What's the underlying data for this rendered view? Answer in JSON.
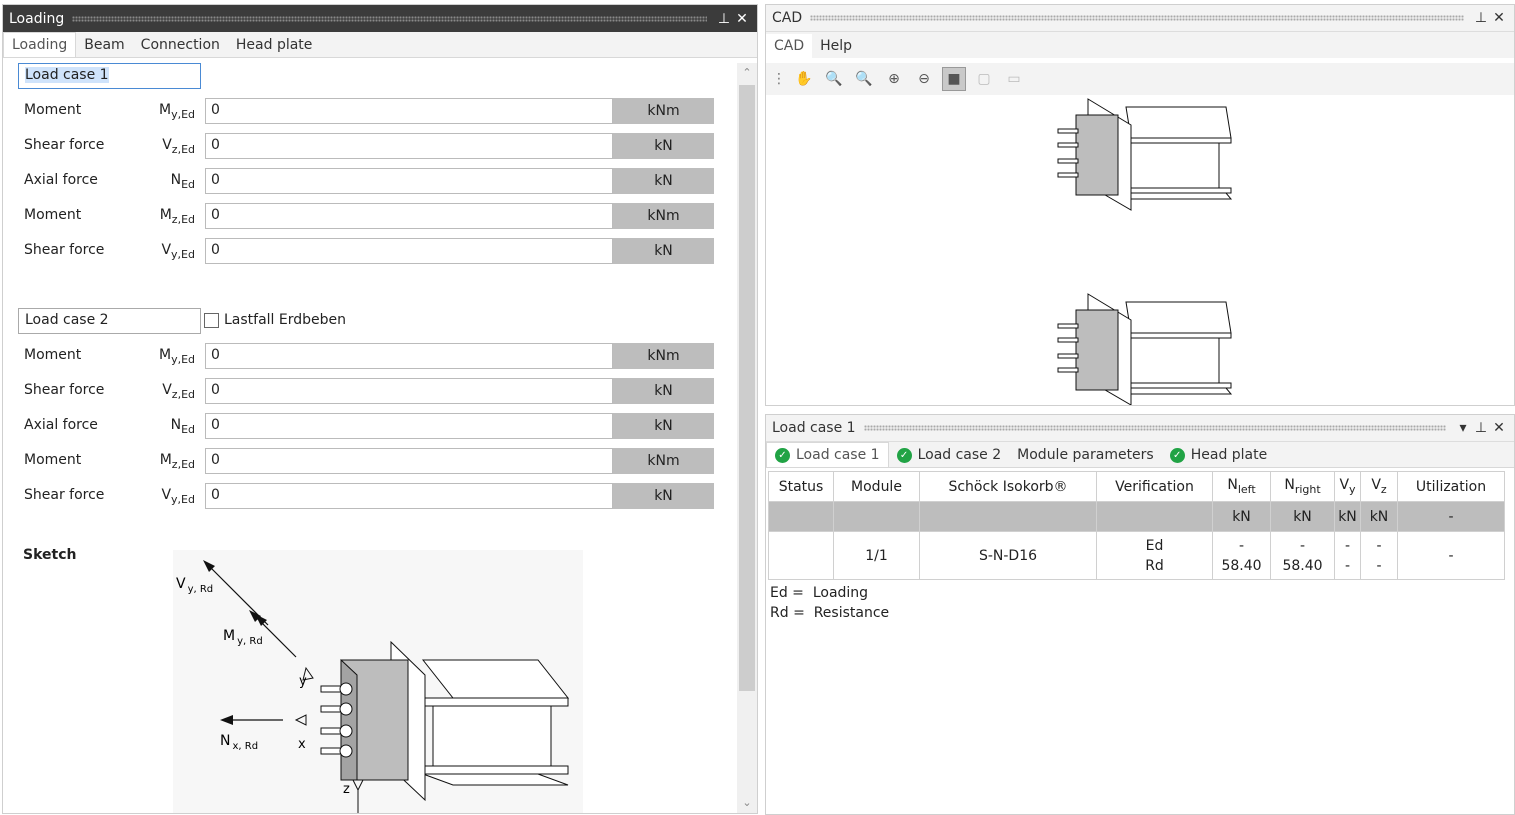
{
  "loading": {
    "title": "Loading",
    "tabs": [
      "Loading",
      "Beam",
      "Connection",
      "Head plate"
    ],
    "active_tab": 0,
    "load_cases": [
      {
        "name": "Load case 1",
        "rows": [
          {
            "label": "Moment",
            "sym": "M",
            "sub": "y,Ed",
            "value": "0",
            "unit": "kNm"
          },
          {
            "label": "Shear force",
            "sym": "V",
            "sub": "z,Ed",
            "value": "0",
            "unit": "kN"
          },
          {
            "label": "Axial force",
            "sym": "N",
            "sub": "Ed",
            "value": "0",
            "unit": "kN"
          },
          {
            "label": "Moment",
            "sym": "M",
            "sub": "z,Ed",
            "value": "0",
            "unit": "kNm"
          },
          {
            "label": "Shear force",
            "sym": "V",
            "sub": "y,Ed",
            "value": "0",
            "unit": "kN"
          }
        ]
      },
      {
        "name": "Load case 2",
        "checkbox_label": "Lastfall Erdbeben",
        "checkbox_checked": false,
        "rows": [
          {
            "label": "Moment",
            "sym": "M",
            "sub": "y,Ed",
            "value": "0",
            "unit": "kNm"
          },
          {
            "label": "Shear force",
            "sym": "V",
            "sub": "z,Ed",
            "value": "0",
            "unit": "kN"
          },
          {
            "label": "Axial force",
            "sym": "N",
            "sub": "Ed",
            "value": "0",
            "unit": "kN"
          },
          {
            "label": "Moment",
            "sym": "M",
            "sub": "z,Ed",
            "value": "0",
            "unit": "kNm"
          },
          {
            "label": "Shear force",
            "sym": "V",
            "sub": "y,Ed",
            "value": "0",
            "unit": "kN"
          }
        ]
      }
    ],
    "sketch": {
      "heading": "Sketch",
      "v_label": "V",
      "v_sub": "y, Rd",
      "m_label": "M",
      "m_sub": "y, Rd",
      "n_label": "N",
      "n_sub": "x, Rd",
      "axis_y": "y",
      "axis_x": "x",
      "axis_z": "z"
    }
  },
  "cad": {
    "title": "CAD",
    "menu": [
      "CAD",
      "Help"
    ],
    "tools": [
      "hand-icon",
      "zoom-extents-icon",
      "zoom-window-icon",
      "zoom-in-icon",
      "zoom-out-icon",
      "solid-view-icon",
      "wireframe-view-icon",
      "hidden-line-icon"
    ]
  },
  "results": {
    "title": "Load case 1",
    "tabs": [
      {
        "label": "Load case 1",
        "ok": true
      },
      {
        "label": "Load case 2",
        "ok": true
      },
      {
        "label": "Module parameters",
        "ok": false
      },
      {
        "label": "Head plate",
        "ok": true
      }
    ],
    "active_tab": 0,
    "headers": {
      "status": "Status",
      "module": "Module",
      "isokorb": "Schöck Isokorb®",
      "verification": "Verification",
      "nleft": "N",
      "nleft_sub": "left",
      "nright": "N",
      "nright_sub": "right",
      "vy": "V",
      "vy_sub": "y",
      "vz": "V",
      "vz_sub": "z",
      "util": "Utilization"
    },
    "units": {
      "nleft": "kN",
      "nright": "kN",
      "vy": "kN",
      "vz": "kN",
      "util": "-"
    },
    "row": {
      "status": "",
      "module": "1/1",
      "isokorb": "S-N-D16",
      "verif_ed": "Ed",
      "verif_rd": "Rd",
      "nleft_ed": "-",
      "nleft_rd": "58.40",
      "nright_ed": "-",
      "nright_rd": "58.40",
      "vy_ed": "-",
      "vy_rd": "-",
      "vz_ed": "-",
      "vz_rd": "-",
      "util": "-"
    },
    "legend": [
      {
        "key": "Ed =",
        "text": "Loading"
      },
      {
        "key": "Rd =",
        "text": "Resistance"
      }
    ]
  }
}
